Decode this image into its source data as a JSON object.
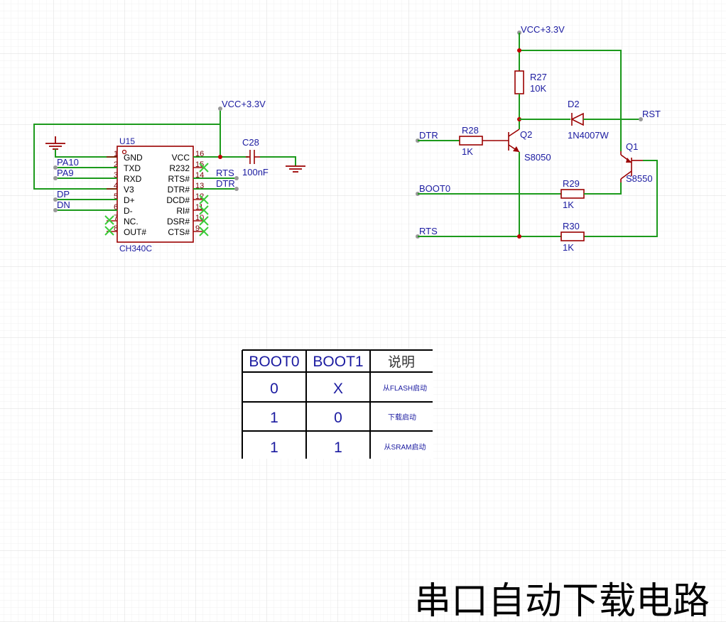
{
  "title": "串口自动下载电路",
  "ch340": {
    "ref": "U15",
    "part": "CH340C",
    "left_pins": [
      {
        "num": "1",
        "name": "GND"
      },
      {
        "num": "2",
        "name": "TXD"
      },
      {
        "num": "3",
        "name": "RXD"
      },
      {
        "num": "4",
        "name": "V3"
      },
      {
        "num": "5",
        "name": "D+"
      },
      {
        "num": "6",
        "name": "D-"
      },
      {
        "num": "7",
        "name": "NC."
      },
      {
        "num": "8",
        "name": "OUT#"
      }
    ],
    "right_pins": [
      {
        "num": "16",
        "name": "VCC"
      },
      {
        "num": "15",
        "name": "R232"
      },
      {
        "num": "14",
        "name": "RTS#"
      },
      {
        "num": "13",
        "name": "DTR#"
      },
      {
        "num": "12",
        "name": "DCD#"
      },
      {
        "num": "11",
        "name": "RI#"
      },
      {
        "num": "10",
        "name": "DSR#"
      },
      {
        "num": "9",
        "name": "CTS#"
      }
    ],
    "net_labels": {
      "pa10": "PA10",
      "pa9": "PA9",
      "dp": "DP",
      "dn": "DN",
      "rts": "RTS",
      "dtr": "DTR",
      "vcc": "VCC+3.3V"
    },
    "capacitor": {
      "ref": "C28",
      "value": "100nF"
    }
  },
  "auto_circuit": {
    "vcc": "VCC+3.3V",
    "r27": {
      "ref": "R27",
      "value": "10K"
    },
    "d2": {
      "ref": "D2",
      "value": "1N4007W"
    },
    "r28": {
      "ref": "R28",
      "value": "1K"
    },
    "q2": {
      "ref": "Q2",
      "value": "S8050"
    },
    "q1": {
      "ref": "Q1",
      "value": "S8550"
    },
    "r29": {
      "ref": "R29",
      "value": "1K"
    },
    "r30": {
      "ref": "R30",
      "value": "1K"
    },
    "nets": {
      "dtr": "DTR",
      "boot0": "BOOT0",
      "rts": "RTS",
      "rst": "RST"
    }
  },
  "boot_table": {
    "headers": [
      "BOOT0",
      "BOOT1",
      "说明"
    ],
    "rows": [
      [
        "0",
        "X",
        "从FLASH启动"
      ],
      [
        "1",
        "0",
        "下载启动"
      ],
      [
        "1",
        "1",
        "从SRAM启动"
      ]
    ]
  }
}
